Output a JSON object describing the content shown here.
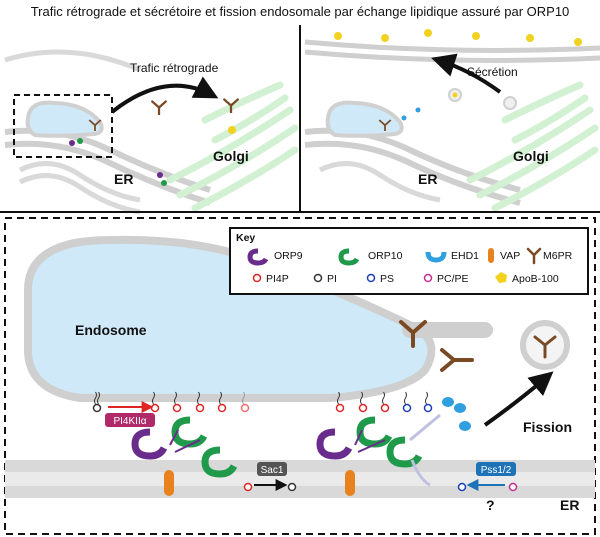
{
  "title": "Trafic rétrograde et sécrétoire et fission endosomale par échange lipidique assuré par ORP10",
  "panels": {
    "retrograde": {
      "arrow_label": "Trafic rétrograde",
      "er_label": "ER",
      "golgi_label": "Golgi"
    },
    "secretion": {
      "arrow_label": "Sécrétion",
      "er_label": "ER",
      "golgi_label": "Golgi"
    },
    "fission": {
      "endosome_label": "Endosome",
      "fission_label": "Fission",
      "er_label": "ER",
      "enzyme_pi4k": "PI4KIIα",
      "enzyme_sac1": "Sac1",
      "enzyme_pss": "Pss1/2",
      "unknown_mark": "?"
    }
  },
  "key": {
    "heading": "Key",
    "items": [
      "ORP9",
      "ORP10",
      "EHD1",
      "VAP",
      "M6PR",
      "PI4P",
      "PI",
      "PS",
      "PC/PE",
      "ApoB-100"
    ]
  },
  "colors": {
    "orp9": "#6a2c8c",
    "orp10": "#1f9a4a",
    "ehd1": "#2f9fe0",
    "vap": "#e8821e",
    "m6pr": "#7a4a25",
    "pi4p": "#e02424",
    "ps": "#1a3fb8",
    "pcpe": "#c2318f",
    "apob": "#f2d21f",
    "endosome": "#cfe9f8",
    "golgi": "#d2f0d2",
    "enzyme_pi4k": "#b02a6a",
    "enzyme_sac1": "#555555",
    "enzyme_pss": "#1d72b8"
  }
}
